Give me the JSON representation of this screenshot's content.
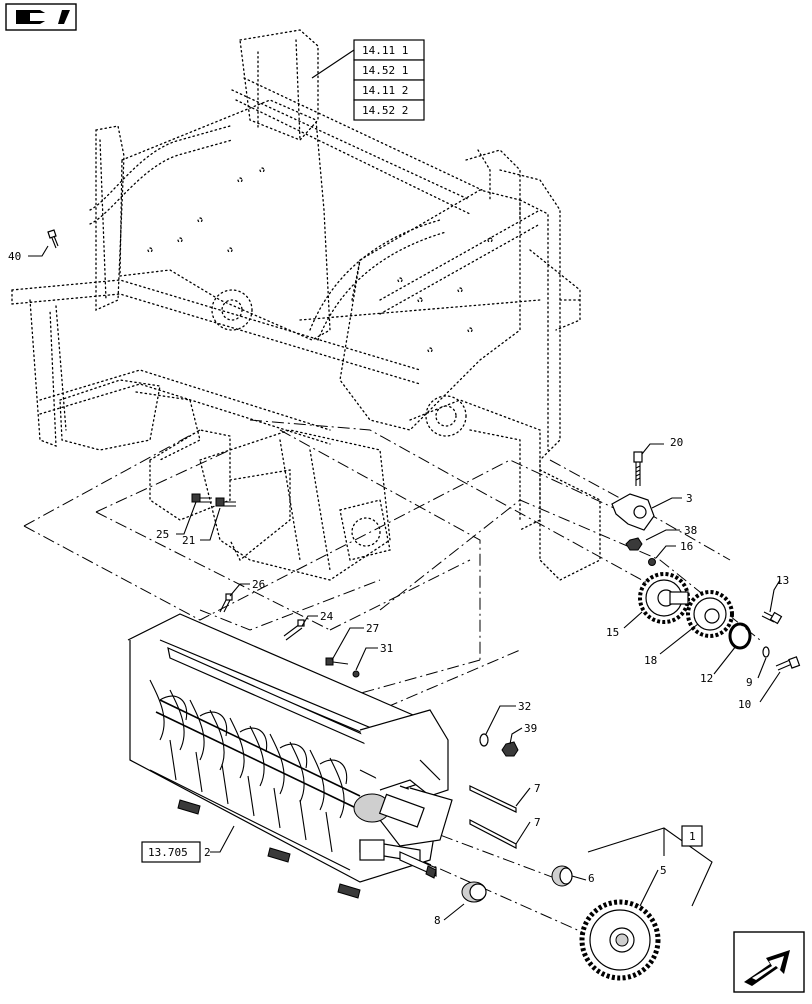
{
  "references": [
    {
      "id": "ref-14-11-1",
      "text": "14.11 1"
    },
    {
      "id": "ref-14-52-1",
      "text": "14.52 1"
    },
    {
      "id": "ref-14-11-2",
      "text": "14.11 2"
    },
    {
      "id": "ref-14-52-2",
      "text": "14.52 2"
    },
    {
      "id": "ref-13-705",
      "text": "13.705"
    }
  ],
  "callouts": [
    {
      "num": "40"
    },
    {
      "num": "20"
    },
    {
      "num": "3"
    },
    {
      "num": "38"
    },
    {
      "num": "16"
    },
    {
      "num": "25"
    },
    {
      "num": "21"
    },
    {
      "num": "26"
    },
    {
      "num": "24"
    },
    {
      "num": "27"
    },
    {
      "num": "31"
    },
    {
      "num": "13"
    },
    {
      "num": "15"
    },
    {
      "num": "18"
    },
    {
      "num": "12"
    },
    {
      "num": "9"
    },
    {
      "num": "10"
    },
    {
      "num": "32"
    },
    {
      "num": "39"
    },
    {
      "num": "7"
    },
    {
      "num": "7"
    },
    {
      "num": "2"
    },
    {
      "num": "6"
    },
    {
      "num": "5"
    },
    {
      "num": "8"
    }
  ],
  "kit_label": "1",
  "icons": {
    "top_left": "pencil-book-icon",
    "bottom_right": "arrow-navigation-icon"
  }
}
